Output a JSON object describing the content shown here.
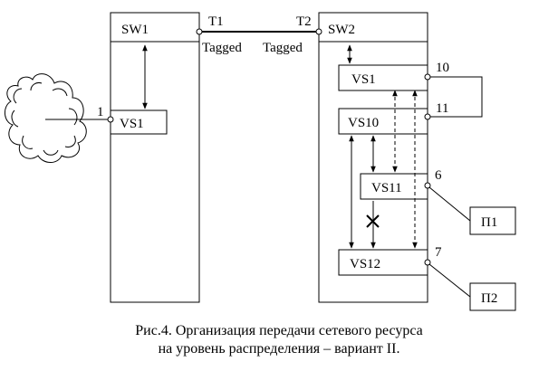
{
  "switches": {
    "sw1": "SW1",
    "sw2": "SW2"
  },
  "trunk": {
    "t1": "T1",
    "t2": "T2",
    "tag_left": "Tagged",
    "tag_right": "Tagged"
  },
  "sw1_vlans": {
    "vs1": "VS1",
    "port_1": "1"
  },
  "sw2_vlans": {
    "vs1": "VS1",
    "vs10": "VS10",
    "vs11": "VS11",
    "vs12": "VS12",
    "port_10": "10",
    "port_11": "11",
    "port_6": "6",
    "port_7": "7"
  },
  "hosts": {
    "p1": "П1",
    "p2": "П2"
  },
  "caption": {
    "line1": "Рис.4. Организация передачи сетевого ресурса",
    "line2": "на уровень распределения – вариант II."
  }
}
